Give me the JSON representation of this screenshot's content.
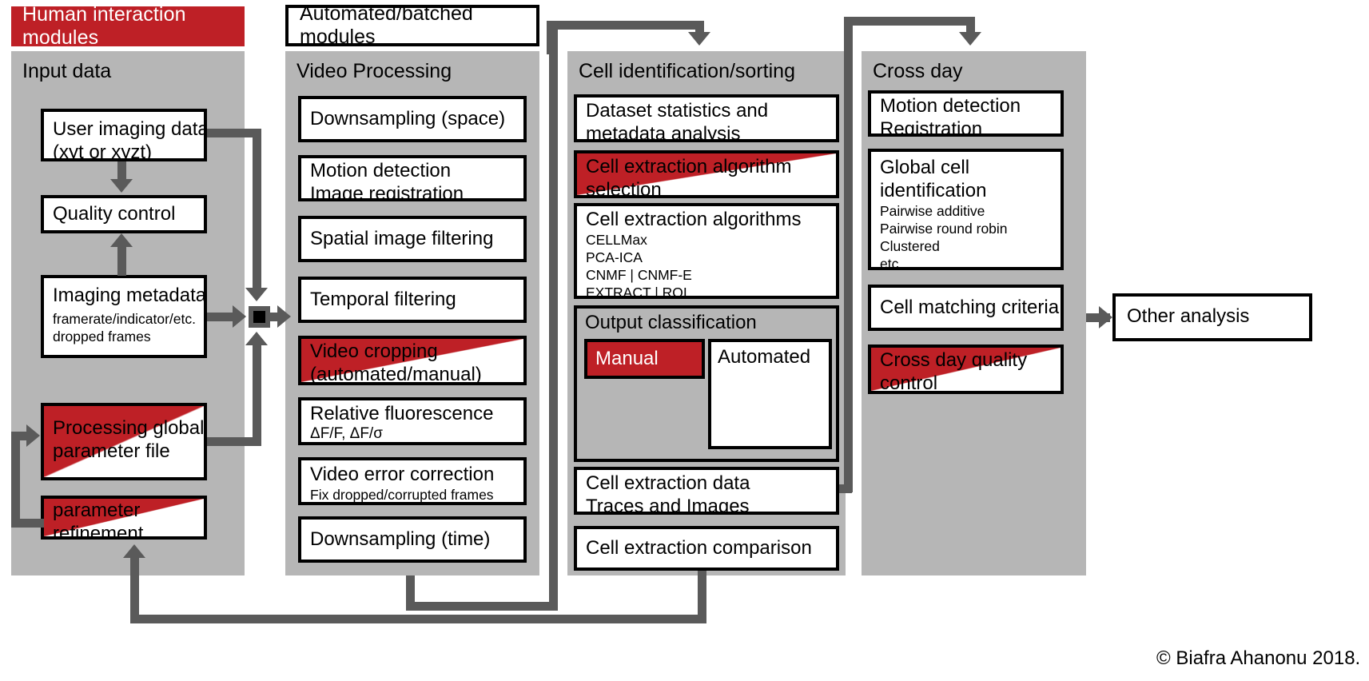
{
  "legend": {
    "human": "Human interaction modules",
    "automated": "Automated/batched modules"
  },
  "colors": {
    "human_red": "#be2026",
    "panel_gray": "#b6b6b6",
    "connector_gray": "#5a5a5a",
    "box_border": "#000000",
    "background": "#ffffff"
  },
  "columns": [
    {
      "id": "input-data",
      "title": "Input data",
      "boxes": [
        {
          "id": "user-imaging-data",
          "style": "white",
          "line1": "User imaging data",
          "line2": "(xyt or xyzt)"
        },
        {
          "id": "quality-control",
          "style": "white",
          "line1": "Quality control"
        },
        {
          "id": "imaging-metadata",
          "style": "white",
          "line1": "Imaging metadata",
          "sub1": "framerate/indicator/etc.",
          "sub2": "dropped frames"
        },
        {
          "id": "processing-global-parameter-file",
          "style": "split",
          "line1": "Processing global",
          "line2": "parameter file"
        },
        {
          "id": "parameter-refinement",
          "style": "split",
          "line1": "parameter",
          "line2": "refinement"
        }
      ]
    },
    {
      "id": "video-processing",
      "title": "Video Processing",
      "boxes": [
        {
          "id": "downsampling-space",
          "style": "white",
          "line1": "Downsampling  (space)"
        },
        {
          "id": "motion-detection-image-registration",
          "style": "white",
          "line1": "Motion detection",
          "line2": "Image registration"
        },
        {
          "id": "spatial-image-filtering",
          "style": "white",
          "line1": "Spatial image  filtering"
        },
        {
          "id": "temporal-filtering",
          "style": "white",
          "line1": "Temporal filtering"
        },
        {
          "id": "video-cropping",
          "style": "split",
          "line1": "Video cropping",
          "line2": "(automated/manual)"
        },
        {
          "id": "relative-fluorescence",
          "style": "white",
          "line1": "Relative fluorescence",
          "sub1": "ΔF/F, ΔF/σ"
        },
        {
          "id": "video-error-correction",
          "style": "white",
          "line1": "Video error correction",
          "sub1": "Fix dropped/corrupted frames"
        },
        {
          "id": "downsampling-time",
          "style": "white",
          "line1": "Downsampling  (time)"
        }
      ]
    },
    {
      "id": "cell-identification-sorting",
      "title": "Cell identification/sorting",
      "boxes": [
        {
          "id": "dataset-statistics",
          "style": "white",
          "line1": "Dataset statistics and",
          "line2": "metadata analysis"
        },
        {
          "id": "cell-extraction-algorithm-selection",
          "style": "split",
          "line1": "Cell extraction algorithm",
          "line2": "selection"
        },
        {
          "id": "cell-extraction-algorithms",
          "style": "white",
          "line1": "Cell extraction algorithms",
          "sub1": "CELLMax",
          "sub2": "PCA-ICA",
          "sub3": "CNMF | CNMF-E",
          "sub4": "EXTRACT | ROI"
        },
        {
          "id": "output-classification",
          "style": "group",
          "title": "Output classification",
          "children": [
            {
              "id": "manual",
              "style": "full-red",
              "line1": "Manual"
            },
            {
              "id": "automated",
              "style": "white",
              "line1": "Automated"
            }
          ]
        },
        {
          "id": "cell-extraction-data",
          "style": "white",
          "line1": "Cell extraction data",
          "line2": "Traces and Images"
        },
        {
          "id": "cell-extraction-comparison",
          "style": "white",
          "line1": "Cell extraction comparison"
        }
      ]
    },
    {
      "id": "cross-day",
      "title": "Cross day",
      "boxes": [
        {
          "id": "motion-detection-registration",
          "style": "white",
          "line1": "Motion detection",
          "line2": "Registration"
        },
        {
          "id": "global-cell-identification",
          "style": "white",
          "line1": "Global cell",
          "line2": "identification",
          "sub1": "Pairwise additive",
          "sub2": "Pairwise round robin",
          "sub3": "Clustered",
          "sub4": "etc."
        },
        {
          "id": "cell-matching-criteria",
          "style": "white",
          "line1": "Cell matching criteria"
        },
        {
          "id": "cross-day-quality-control",
          "style": "split",
          "line1": "Cross day quality",
          "line2": "control"
        }
      ]
    }
  ],
  "other_analysis": {
    "id": "other-analysis",
    "label": "Other analysis"
  },
  "copyright": "© Biafra Ahanonu 2018."
}
